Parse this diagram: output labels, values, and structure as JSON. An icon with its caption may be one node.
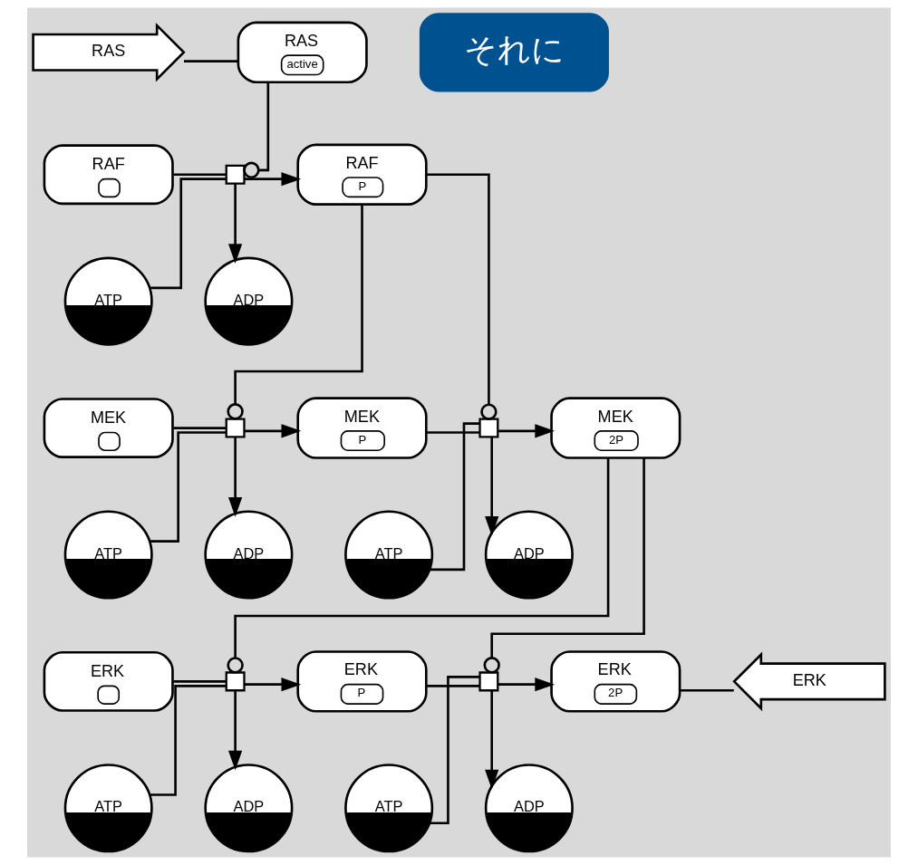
{
  "diagram": {
    "nodes": [
      {
        "text": [
          "RAS"
        ]
      },
      {
        "text": [
          "RAS",
          "active"
        ]
      },
      {
        "text": [
          "それに"
        ]
      },
      {
        "text": [
          "RAF"
        ]
      },
      {
        "text": [],
        "shape": "box"
      },
      {
        "text": [
          "RAF",
          "P"
        ]
      },
      {
        "text": [
          "ATP"
        ]
      },
      {
        "text": [
          "ADP"
        ]
      },
      {
        "text": [
          "MEK"
        ]
      },
      {
        "text": [],
        "shape": "box"
      },
      {
        "text": [
          "MEK",
          "P"
        ]
      },
      {
        "text": [],
        "shape": "box"
      },
      {
        "text": [
          "MEK",
          "2P"
        ]
      },
      {
        "text": [
          "ATP"
        ]
      },
      {
        "text": [
          "ADP"
        ]
      },
      {
        "text": [
          "ATP"
        ]
      },
      {
        "text": [
          "ADP"
        ]
      },
      {
        "text": [
          "ERK"
        ]
      },
      {
        "text": [],
        "shape": "box"
      },
      {
        "text": [
          "ERK",
          "P"
        ]
      },
      {
        "text": [],
        "shape": "box"
      },
      {
        "text": [
          "ERK",
          "2P"
        ]
      },
      {
        "text": [
          "ERK"
        ]
      },
      {
        "text": [
          "ATP"
        ]
      },
      {
        "text": [
          "ADP"
        ]
      },
      {
        "text": [
          "ATP"
        ]
      },
      {
        "text": [
          "ADP"
        ]
      }
    ],
    "edges": [
      {
        "from": 0,
        "to": 1,
        "arrow": "none"
      },
      {
        "from": 1,
        "to": 4,
        "arrow": "other"
      },
      {
        "from": 3,
        "to": 4,
        "arrow": "none"
      },
      {
        "from": 4,
        "to": 5,
        "arrow": "to"
      },
      {
        "from": 6,
        "to": 4,
        "arrow": "none"
      },
      {
        "from": 4,
        "to": 7,
        "arrow": "to"
      },
      {
        "from": 5,
        "to": 9,
        "arrow": "other"
      },
      {
        "from": 5,
        "to": 11,
        "arrow": "other"
      },
      {
        "from": 8,
        "to": 9,
        "arrow": "none"
      },
      {
        "from": 9,
        "to": 10,
        "arrow": "to"
      },
      {
        "from": 13,
        "to": 9,
        "arrow": "none"
      },
      {
        "from": 9,
        "to": 14,
        "arrow": "to"
      },
      {
        "from": 10,
        "to": 11,
        "arrow": "none"
      },
      {
        "from": 11,
        "to": 12,
        "arrow": "to"
      },
      {
        "from": 15,
        "to": 11,
        "arrow": "none"
      },
      {
        "from": 11,
        "to": 16,
        "arrow": "to"
      },
      {
        "from": 12,
        "to": 18,
        "arrow": "other"
      },
      {
        "from": 12,
        "to": 20,
        "arrow": "other"
      },
      {
        "from": 17,
        "to": 18,
        "arrow": "none"
      },
      {
        "from": 18,
        "to": 19,
        "arrow": "to"
      },
      {
        "from": 23,
        "to": 18,
        "arrow": "none"
      },
      {
        "from": 18,
        "to": 24,
        "arrow": "to"
      },
      {
        "from": 19,
        "to": 20,
        "arrow": "none"
      },
      {
        "from": 20,
        "to": 21,
        "arrow": "to"
      },
      {
        "from": 25,
        "to": 20,
        "arrow": "none"
      },
      {
        "from": 20,
        "to": 26,
        "arrow": "to"
      },
      {
        "from": 21,
        "to": 22,
        "arrow": "none"
      }
    ]
  }
}
